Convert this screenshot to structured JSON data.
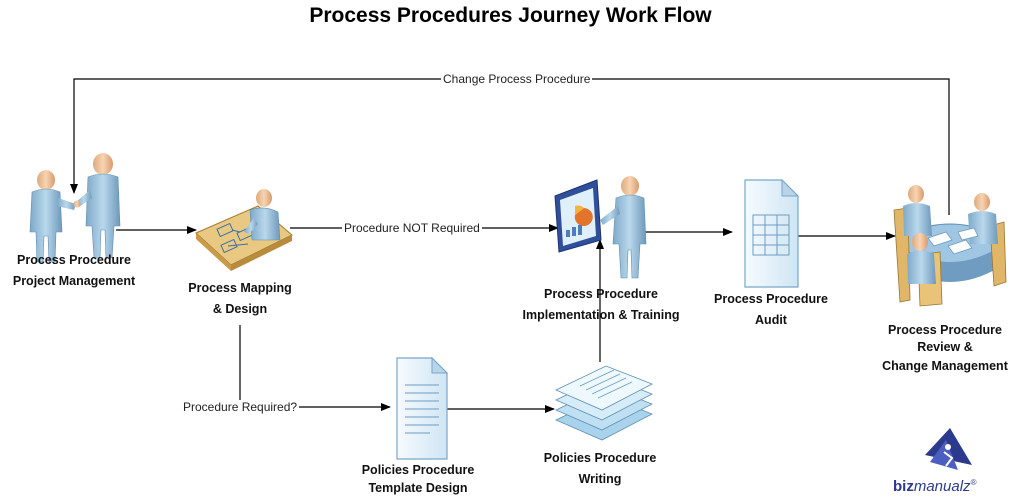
{
  "title": "Process Procedures Journey Work Flow",
  "nodes": {
    "project_management": [
      "Process Procedure",
      "Project Management"
    ],
    "mapping_design": [
      "Process Mapping",
      "& Design"
    ],
    "implementation_training": [
      "Process Procedure",
      "Implementation & Training"
    ],
    "audit": [
      "Process Procedure",
      "Audit"
    ],
    "review_change": [
      "Process Procedure",
      "Review &",
      "Change Management"
    ],
    "template_design": [
      "Policies Procedure",
      "Template Design"
    ],
    "writing": [
      "Policies Procedure",
      "Writing"
    ]
  },
  "edges": {
    "change_process_procedure": "Change Process Procedure",
    "procedure_not_required": "Procedure NOT Required",
    "procedure_required": "Procedure Required?"
  },
  "logo": {
    "brand_bold": "biz",
    "brand_rest": "manualz",
    "mark": "®"
  },
  "colors": {
    "person": "#9fc4dc",
    "person_dark": "#5f8fb0",
    "skin": "#f1c9a4",
    "desk": "#d8b26a",
    "document": "#e6f3fb",
    "document_line": "#6d9cc1",
    "accent_navy": "#2b3a8c",
    "line": "#000000"
  }
}
